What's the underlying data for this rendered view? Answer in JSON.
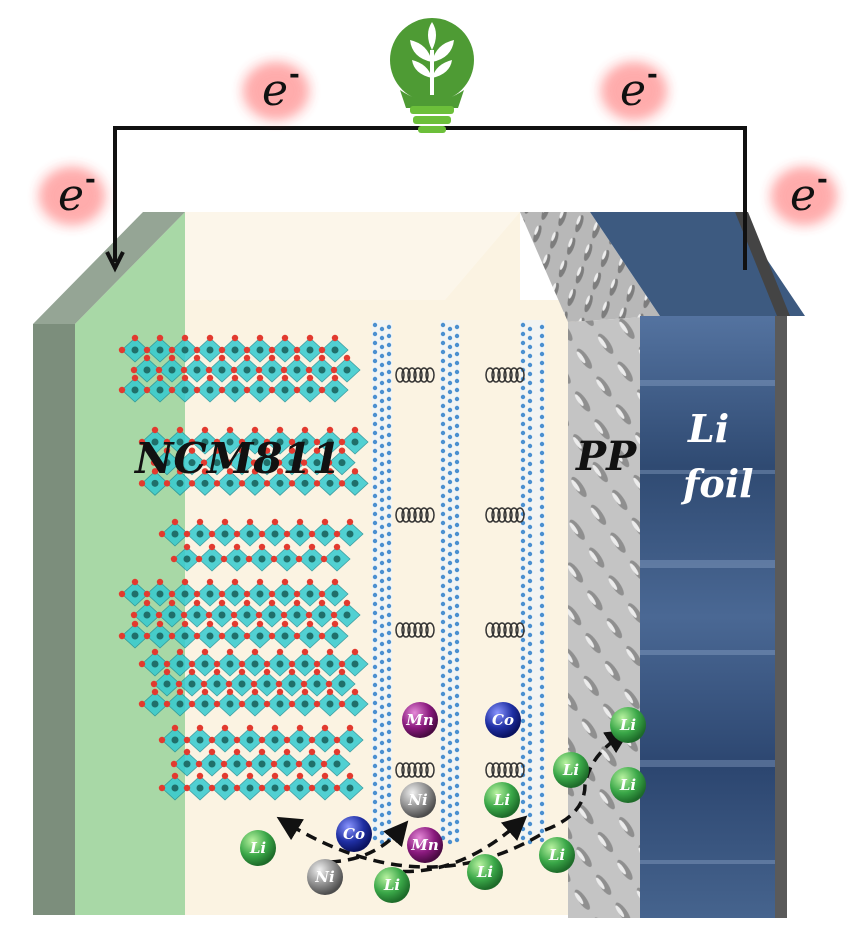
{
  "electron_label": "e",
  "electron_sup": "-",
  "labels": {
    "cathode": "NCM811",
    "separator": "PP",
    "anode_line1": "Li",
    "anode_line2": "foil"
  },
  "ions": {
    "li": "Li",
    "ni": "Ni",
    "co": "Co",
    "mn": "Mn"
  },
  "colors": {
    "cathode_collector": "#a8d8a6",
    "electrolyte": "#fbf3e2",
    "anode": "#3d5a80",
    "separator": "#c9c9c9",
    "crystal": "#34cad0",
    "oxygen": "#e23a2f",
    "li_ion": "#3aa748",
    "ni_ion": "#8e8e8e",
    "co_ion": "#1f2fa3",
    "mn_ion": "#8a1a7e",
    "bulb": "#4e9b34",
    "electron_glow": "#ff4a4a"
  },
  "icons": [
    "lightbulb-plant-icon",
    "circuit-wire",
    "ion-path-arrow"
  ]
}
